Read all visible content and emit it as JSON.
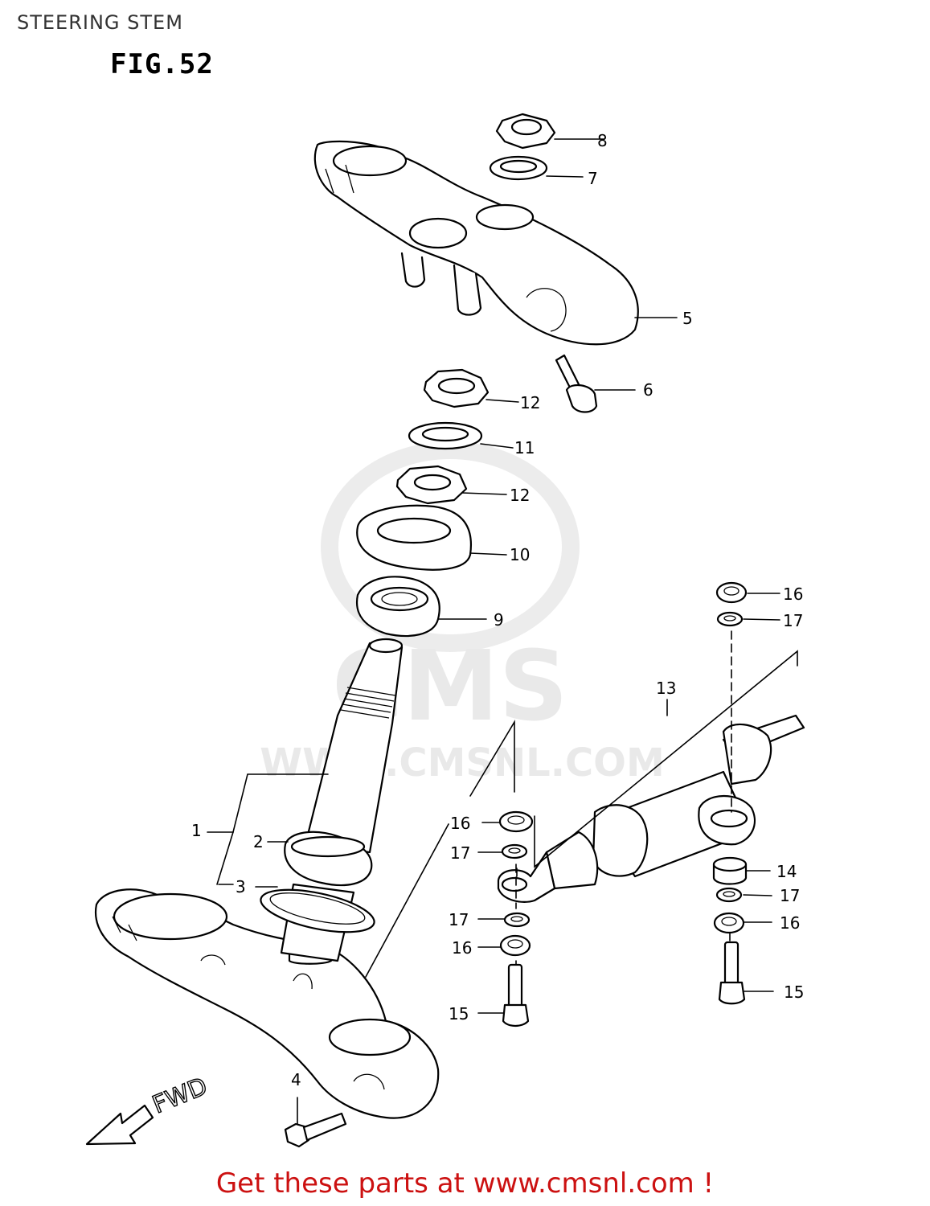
{
  "title": "STEERING STEM",
  "figure_label": "FIG.52",
  "watermark": {
    "brand": "CMS",
    "url": "WWW.CMSNL.COM"
  },
  "direction_label": "FWD",
  "footer": {
    "prefix": "Get these parts at ",
    "link": "www.cmsnl.com",
    "suffix": " !"
  },
  "callouts": {
    "c1": "1",
    "c2": "2",
    "c3": "3",
    "c4": "4",
    "c5": "5",
    "c6": "6",
    "c7": "7",
    "c8": "8",
    "c9": "9",
    "c10": "10",
    "c11": "11",
    "c12a": "12",
    "c12b": "12",
    "c13": "13",
    "c14": "14",
    "c15a": "15",
    "c15b": "15",
    "c16a": "16",
    "c16b": "16",
    "c16c": "16",
    "c16d": "16",
    "c17a": "17",
    "c17b": "17",
    "c17c": "17",
    "c17d": "17"
  }
}
